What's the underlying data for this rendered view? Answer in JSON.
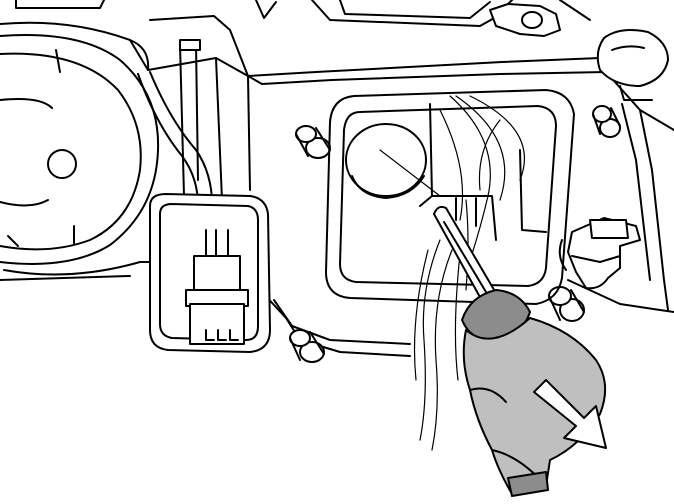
{
  "figure": {
    "style": "black line-art service illustration",
    "colors": {
      "line": "#000000",
      "background": "#ffffff",
      "bulb_body": "#bfbfbf",
      "bulb_body_dark": "#8c8c8c",
      "arrow_fill": "#ffffff"
    },
    "components": [
      "blower-fan-housing",
      "wiring-harness",
      "electrical-connector",
      "mounting-bosses",
      "access-opening",
      "bulb-socket",
      "bulb-stem",
      "removal-arrow",
      "retaining-clip"
    ],
    "arrow_direction": "down-right"
  }
}
